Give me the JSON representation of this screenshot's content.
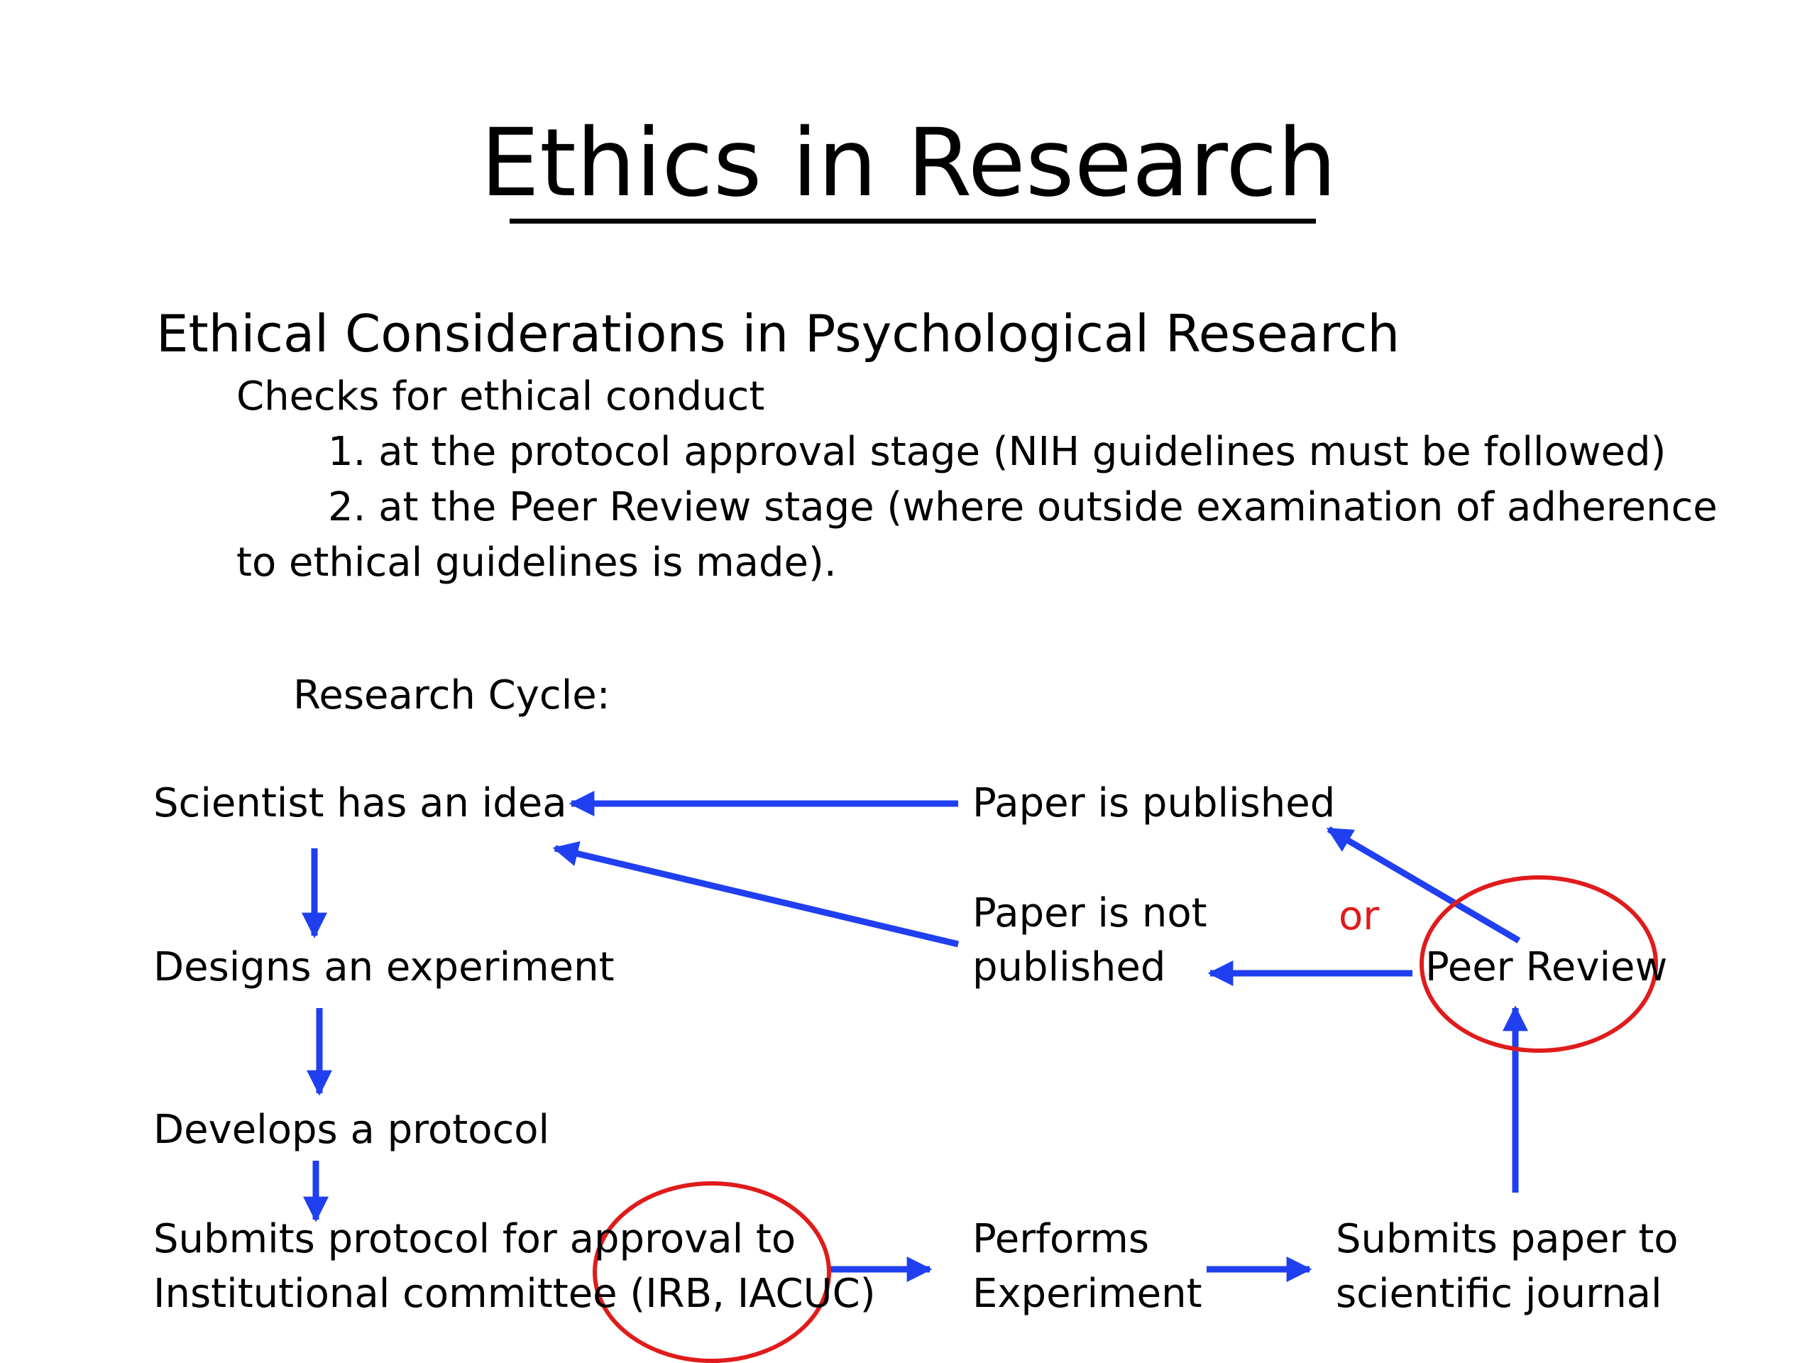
{
  "slide": {
    "title": "Ethics in Research",
    "subtitle": "Ethical Considerations in Psychological Research",
    "checks_heading": "Checks for ethical conduct",
    "items": [
      "1.  at the protocol approval stage (NIH guidelines must be followed)",
      "2.  at the Peer Review stage (where outside examination of adherence"
    ],
    "item2_continuation": "to ethical guidelines is made).",
    "cycle_label": "Research Cycle:"
  },
  "diagram": {
    "nodes": {
      "idea": "Scientist has an idea",
      "design": "Designs an experiment",
      "protocol": "Develops a protocol",
      "submit_protocol_1": "Submits protocol for approval to",
      "submit_protocol_2": "Institutional committee (IRB, IACUC)",
      "perform_1": "Performs",
      "perform_2": "Experiment",
      "submit_paper_1": "Submits paper to",
      "submit_paper_2": "scientific journal",
      "peer_review": "Peer Review",
      "published": "Paper is published",
      "not_published_1": "Paper is not",
      "not_published_2": "published",
      "or": "or"
    },
    "colors": {
      "arrow": "#1f3ff0",
      "circle": "#e01b1b",
      "or_text": "#e01b1b"
    }
  }
}
